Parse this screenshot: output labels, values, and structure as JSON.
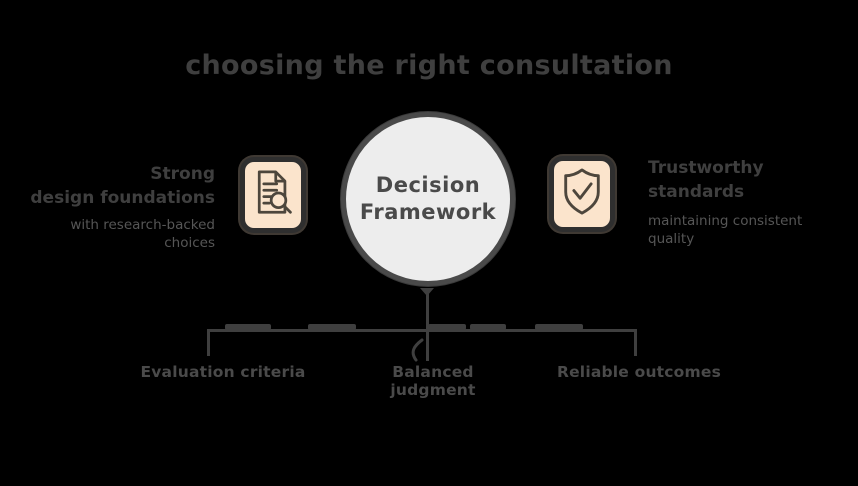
{
  "title": "choosing the right consultation",
  "center_node": {
    "line1": "Decision",
    "line2": "Framework"
  },
  "left_item": {
    "icon": "document-search-icon",
    "heading_line1": "Strong",
    "heading_line2": "design foundations",
    "caption_line1": "with research-backed",
    "caption_line2": "choices"
  },
  "right_item": {
    "icon": "shield-check-icon",
    "heading_line1": "Trustworthy",
    "heading_line2": "standards",
    "caption_line1": "maintaining consistent",
    "caption_line2": "quality"
  },
  "branches": [
    "Evaluation criteria",
    "Balanced judgment",
    "Reliable outcomes"
  ],
  "colors": {
    "background": "#000000",
    "text_dark": "#3f3f3f",
    "text_muted": "#565656",
    "circle_fill": "#ededed",
    "circle_border": "#4a4a4a",
    "icon_fill": "#fbe4cc",
    "icon_border": "#2f2f2f",
    "icon_glyph_stroke": "#4d463c",
    "connector_line": "#3f3f3f"
  }
}
